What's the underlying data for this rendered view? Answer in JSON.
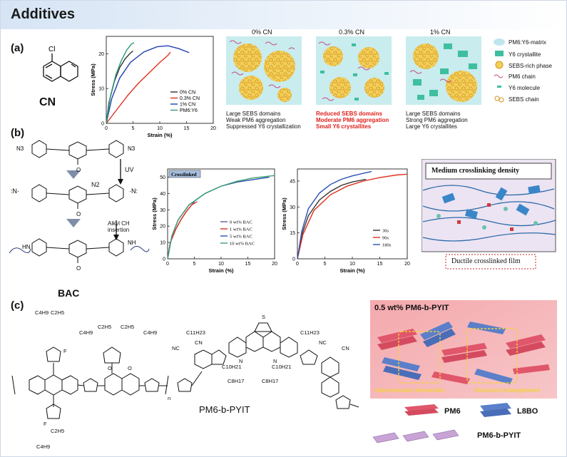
{
  "header": {
    "title": "Additives"
  },
  "panel_a": {
    "label": "(a)",
    "molecule_name": "CN",
    "molecule_atom": "Cl",
    "morph_titles": [
      "0% CN",
      "0.3% CN",
      "1% CN"
    ],
    "captions": [
      [
        "Large SEBS domains",
        "Weak PM6 aggregation",
        "Suppressed Y6 crystallization"
      ],
      [
        "Reduced SEBS domains",
        "Moderate PM6 aggregation",
        "Small Y6 crystallites"
      ],
      [
        "Large SEBS domains",
        "Strong PM6 aggregation",
        "Large Y6 crystallites"
      ]
    ],
    "morph_legend": [
      "PM6:Y6-matrix",
      "Y6 crystallite",
      "SEBS-rich phase",
      "PM6 chain",
      "Y6 molecule",
      "SEBS chain"
    ]
  },
  "panel_b": {
    "label": "(b)",
    "uv_label": "UV",
    "n2_label": "N2",
    "insertion_label": [
      "Alkyl CH",
      "insertion"
    ],
    "molecule_name": "BAC",
    "n3_label": "N3",
    "crosslink_title": "Medium crosslinking density",
    "crosslink_caption": "Ductile crosslinked film"
  },
  "panel_c": {
    "label": "(c)",
    "polymer_name": "PM6-b-PYIT",
    "schematic_title": "0.5 wt% PM6-b-PYIT",
    "anno_left": "Intermolecular interaction",
    "anno_right": "Structural entanglement",
    "legend": [
      "PM6",
      "L8BO",
      "PM6-b-PYIT"
    ],
    "chain_labels": [
      "C4H9",
      "C2H5",
      "C4H9",
      "C2H5",
      "C2H5",
      "C4H9",
      "C11H23",
      "C11H23",
      "C10H21",
      "C8H17",
      "C8H17",
      "C10H21",
      "C4H9",
      "C2H5"
    ],
    "atom_labels": [
      "F",
      "F",
      "NC",
      "CN",
      "NC",
      "CN",
      "N",
      "N",
      "S",
      "O",
      "O",
      "n"
    ]
  },
  "chart_data": [
    {
      "type": "line",
      "xlabel": "Strain (%)",
      "ylabel": "Stress (MPa)",
      "xlim": [
        0,
        20
      ],
      "ylim": [
        0,
        25
      ],
      "xticks": [
        0,
        5,
        10,
        15,
        20
      ],
      "yticks": [
        0,
        10,
        20
      ],
      "legend_position": "bottom-right",
      "series": [
        {
          "name": "0% CN",
          "color": "#333333",
          "x": [
            0,
            0.5,
            1.5,
            2.5,
            3.5,
            4.5,
            5.0
          ],
          "y": [
            0,
            6,
            12,
            16,
            18.5,
            20.2,
            20.8
          ]
        },
        {
          "name": "0.3% CN",
          "color": "#e0301e",
          "x": [
            0,
            2,
            4,
            6,
            8,
            10,
            11.5,
            12.0
          ],
          "y": [
            0,
            4,
            8,
            11.5,
            14.5,
            17.5,
            19.5,
            20.5
          ]
        },
        {
          "name": "1% CN",
          "color": "#1f3fb0",
          "x": [
            0,
            1,
            2.5,
            4.5,
            7,
            9.5,
            11.5,
            13.5,
            15.5
          ],
          "y": [
            0,
            7,
            13,
            17.5,
            20.5,
            22,
            22.3,
            21.5,
            20.3
          ]
        },
        {
          "name": "PM6:Y6",
          "color": "#2e9a7a",
          "x": [
            0,
            0.8,
            1.8,
            2.8,
            3.8,
            4.7,
            5.2
          ],
          "y": [
            0,
            8,
            14,
            18,
            21,
            22.8,
            23.2
          ]
        }
      ]
    },
    {
      "type": "line",
      "title": "Crosslinked",
      "xlabel": "Strain (%)",
      "ylabel": "Stress (MPa)",
      "xlim": [
        0,
        20
      ],
      "ylim": [
        0,
        55
      ],
      "xticks": [
        0,
        5,
        10,
        15,
        20
      ],
      "yticks": [
        0,
        10,
        20,
        30,
        40,
        50
      ],
      "legend_position": "bottom-right",
      "series": [
        {
          "name": "0 wt% BAC",
          "color": "#5a5fa8",
          "x": [
            0,
            0.5,
            1.5,
            2.5,
            3.5,
            4.5,
            5.0
          ],
          "y": [
            0,
            10,
            18,
            24,
            29,
            33,
            35
          ]
        },
        {
          "name": "1 wt% BAC",
          "color": "#e0301e",
          "x": [
            0,
            0.5,
            1.5,
            2.5,
            3.5,
            4.5,
            5.5
          ],
          "y": [
            0,
            10,
            18,
            24,
            29,
            33,
            35
          ]
        },
        {
          "name": "5 wt% BAC",
          "color": "#2b4fb5",
          "x": [
            0,
            0.8,
            2,
            4,
            7,
            10,
            13,
            16,
            19
          ],
          "y": [
            0,
            14,
            24,
            33,
            40,
            44.5,
            47,
            48.5,
            50
          ]
        },
        {
          "name": "10 wt% BAC",
          "color": "#3aa06e",
          "x": [
            0,
            0.8,
            2,
            4,
            7,
            10,
            13,
            16,
            20
          ],
          "y": [
            0,
            14,
            24,
            33,
            40,
            44.5,
            47.5,
            49.5,
            51
          ]
        }
      ]
    },
    {
      "type": "line",
      "xlabel": "Strain (%)",
      "ylabel": "Stress (MPa)",
      "xlim": [
        0,
        20
      ],
      "ylim": [
        0,
        52
      ],
      "xticks": [
        0,
        5,
        10,
        15,
        20
      ],
      "yticks": [
        0,
        15,
        30,
        45
      ],
      "legend_position": "bottom-right",
      "series": [
        {
          "name": "30s",
          "color": "#333333",
          "x": [
            0,
            0.8,
            2,
            4,
            6,
            8,
            10,
            12.5
          ],
          "y": [
            0,
            14,
            25,
            34,
            39,
            42.5,
            44.5,
            46
          ]
        },
        {
          "name": "90s",
          "color": "#e0301e",
          "x": [
            0,
            1,
            3,
            6,
            9,
            12,
            15,
            18,
            20
          ],
          "y": [
            0,
            14,
            28,
            37,
            42,
            45,
            47,
            48.5,
            49
          ]
        },
        {
          "name": "180s",
          "color": "#2b4fb5",
          "x": [
            0,
            0.8,
            2,
            4,
            6,
            8,
            10,
            12,
            13.5
          ],
          "y": [
            0,
            16,
            29,
            38,
            43,
            46,
            48,
            49.5,
            50.5
          ]
        }
      ]
    }
  ]
}
